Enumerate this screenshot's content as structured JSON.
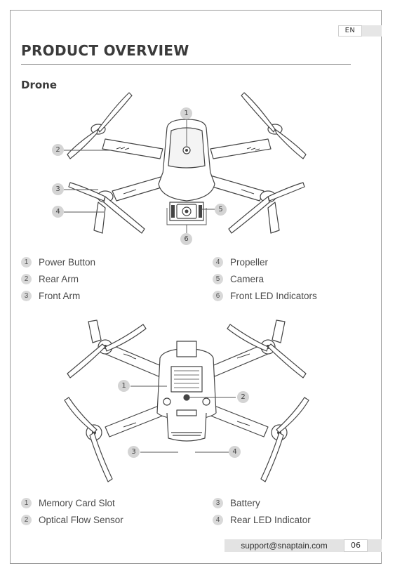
{
  "header": {
    "lang": "EN",
    "title": "PRODUCT OVERVIEW",
    "section": "Drone"
  },
  "figure_top": {
    "callouts": [
      "1",
      "2",
      "3",
      "4",
      "5",
      "6"
    ],
    "legend": [
      {
        "num": "1",
        "label": "Power Button"
      },
      {
        "num": "2",
        "label": "Rear Arm"
      },
      {
        "num": "3",
        "label": "Front Arm"
      },
      {
        "num": "4",
        "label": "Propeller"
      },
      {
        "num": "5",
        "label": "Camera"
      },
      {
        "num": "6",
        "label": "Front LED Indicators"
      }
    ]
  },
  "figure_bottom": {
    "callouts": [
      "1",
      "2",
      "3",
      "4"
    ],
    "legend": [
      {
        "num": "1",
        "label": "Memory Card Slot"
      },
      {
        "num": "2",
        "label": "Optical Flow Sensor"
      },
      {
        "num": "3",
        "label": "Battery"
      },
      {
        "num": "4",
        "label": "Rear LED Indicator"
      }
    ]
  },
  "footer": {
    "email": "support@snaptain.com",
    "page": "06"
  }
}
